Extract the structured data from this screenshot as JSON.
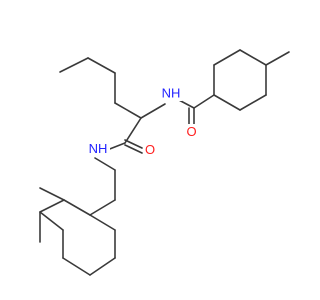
{
  "colors": {
    "bond": "#3a3a3a",
    "nitrogen": "#2323ff",
    "oxygen": "#ff2020",
    "background": "#ffffff"
  },
  "atoms": [
    {
      "id": "N-amide-top",
      "label": "NH",
      "element": "N"
    },
    {
      "id": "O-amide-right",
      "label": "O",
      "element": "O"
    },
    {
      "id": "N-amide-bottom",
      "label": "NH",
      "element": "N"
    },
    {
      "id": "O-amide-left",
      "label": "O",
      "element": "O"
    }
  ]
}
